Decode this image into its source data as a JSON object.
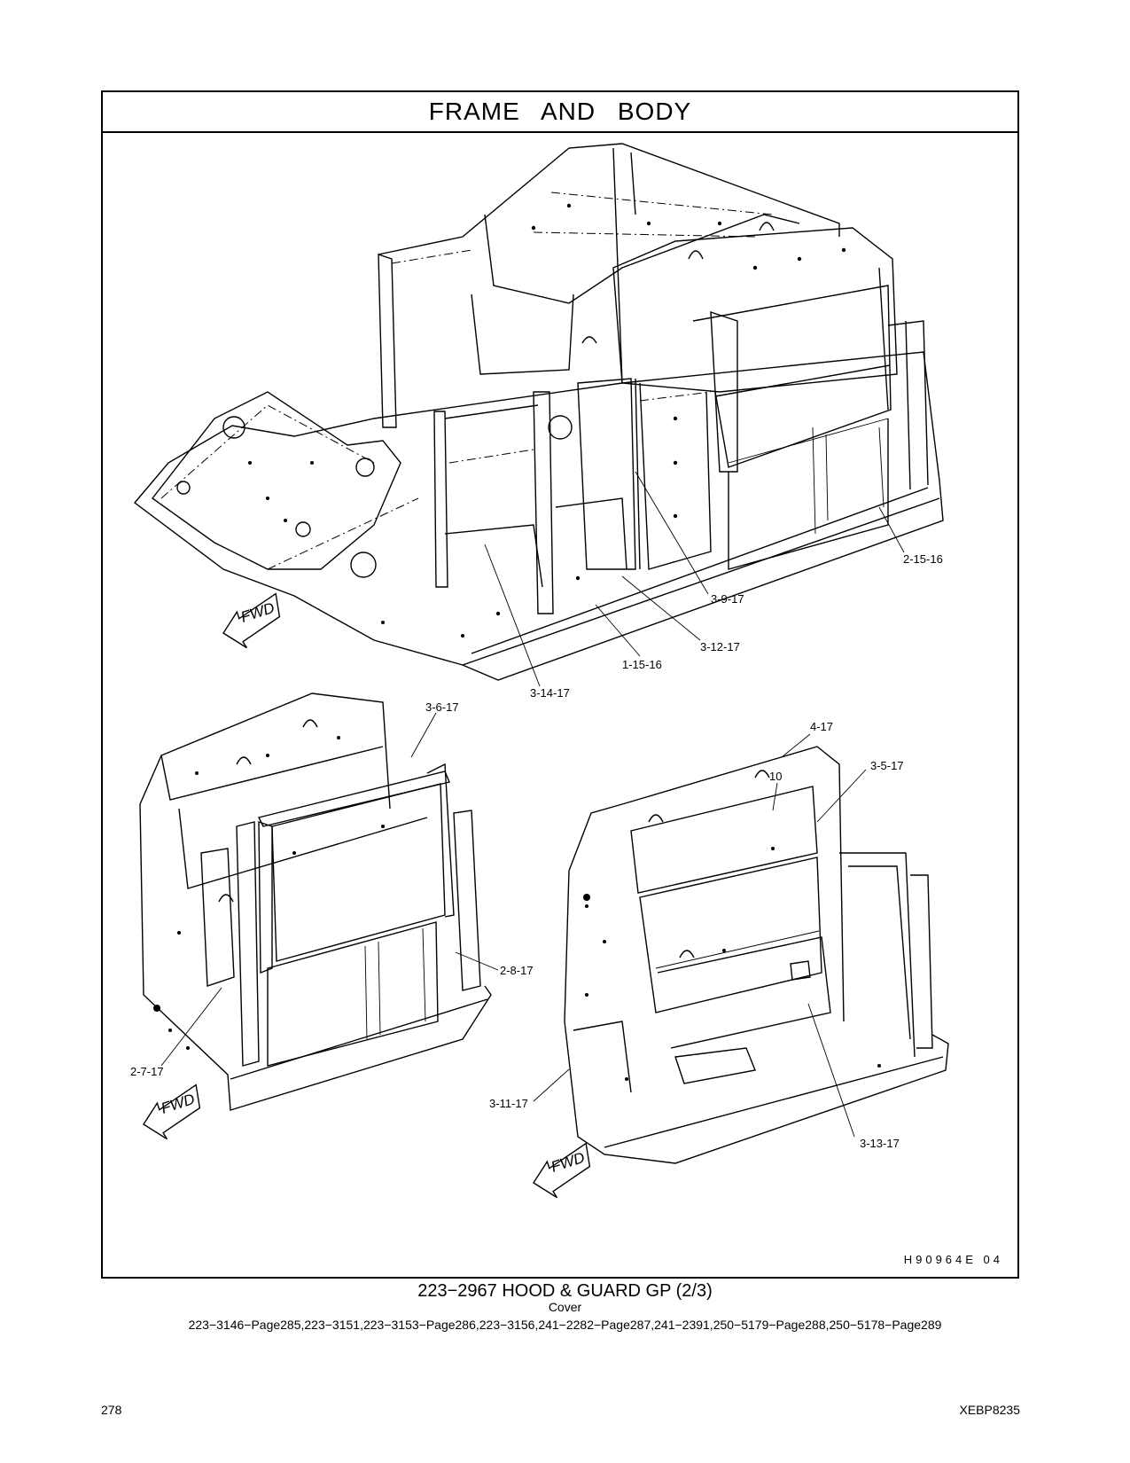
{
  "header": {
    "title": "FRAME AND BODY"
  },
  "callouts": {
    "c1": "2-15-16",
    "c2": "3-9-17",
    "c3": "3-12-17",
    "c4": "1-15-16",
    "c5": "3-14-17",
    "c6": "3-6-17",
    "c7": "2-8-17",
    "c8": "2-7-17",
    "c9": "10",
    "c10": "4-17",
    "c11": "3-5-17",
    "c12": "3-11-17",
    "c13": "3-13-17"
  },
  "fwd_label": "FWD",
  "drawing_id": "H90964E   04",
  "caption": {
    "title": "223−2967  HOOD  &  GUARD  GP (2/3)",
    "subtitle": "Cover",
    "references": "223−3146−Page285,223−3151,223−3153−Page286,223−3156,241−2282−Page287,241−2391,250−5179−Page288,250−5178−Page289"
  },
  "footer": {
    "page_number": "278",
    "doc_code": "XEBP8235"
  },
  "icons": [
    "fwd-arrow-icon"
  ]
}
